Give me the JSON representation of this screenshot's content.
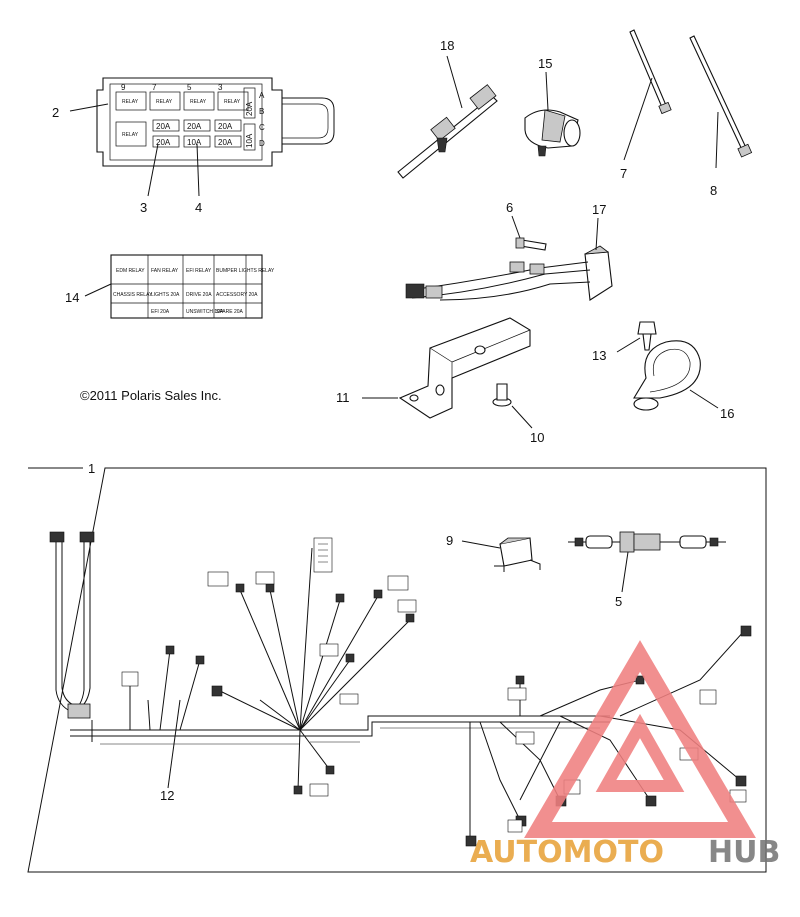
{
  "copyright": "©2011 Polaris Sales Inc.",
  "callouts": {
    "c1": "1",
    "c2": "2",
    "c3": "3",
    "c4": "4",
    "c5": "5",
    "c6": "6",
    "c7": "7",
    "c8": "8",
    "c9": "9",
    "c10": "10",
    "c11": "11",
    "c12": "12",
    "c13": "13",
    "c14": "14",
    "c15": "15",
    "c16": "16",
    "c17": "17",
    "c18": "18"
  },
  "fuse_box": {
    "top_numbers": [
      "9",
      "7",
      "5",
      "3"
    ],
    "relay_label": "RELAY",
    "fuse_top_row": [
      "20A",
      "20A",
      "20A"
    ],
    "fuse_bottom_row": [
      "20A",
      "10A",
      "20A"
    ],
    "side_fuses": [
      "20A",
      "10A"
    ],
    "side_letters": [
      "A",
      "B",
      "C",
      "D"
    ]
  },
  "fuse_decal": {
    "row1": [
      "EDM RELAY",
      "FAN RELAY",
      "EFI RELAY",
      "BUMPER LIGHTS RELAY"
    ],
    "row2": [
      "CHASSIS RELAY",
      "LIGHTS 20A",
      "DRIVE 20A",
      "ACCESSORY 20A"
    ],
    "row3": [
      "",
      "EFI 20A",
      "UNSWITCH 10A",
      "SPARE 20A"
    ]
  },
  "watermark": {
    "text_a": "AUTOMOTO",
    "text_b": "HUB",
    "color_triangle": "#f08080",
    "color_text": "#e8a23a",
    "color_hub": "#777777"
  }
}
